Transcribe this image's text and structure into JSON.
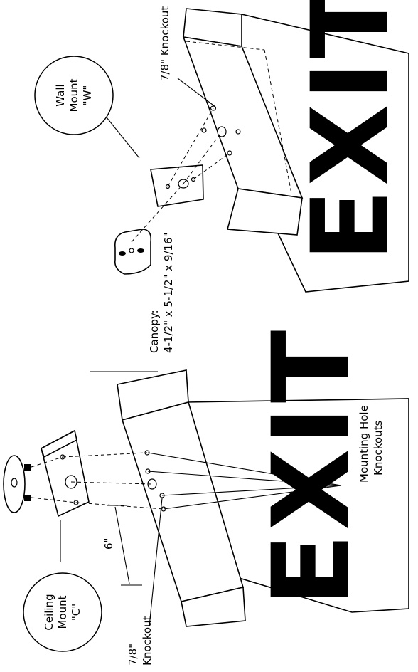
{
  "ceiling_mount": {
    "line1": "Ceiling",
    "line2": "Mount",
    "line3": "\"C\""
  },
  "wall_mount": {
    "line1": "Wall",
    "line2": "Mount",
    "line3": "\"W\""
  },
  "canopy": {
    "line1": "Canopy:",
    "line2": "4-1/2\" x 5-1/2\" x 9/16\""
  },
  "knockout_left": {
    "line1": "7/8\"",
    "line2": "Knockout"
  },
  "knockout_right": "7/8\" Knockout",
  "mounting_holes": {
    "line1": "Mounting Hole",
    "line2": "Knockouts"
  },
  "dimension_6": "6\"",
  "exit_text_left": "EXIT",
  "exit_text_right": "EXIT"
}
